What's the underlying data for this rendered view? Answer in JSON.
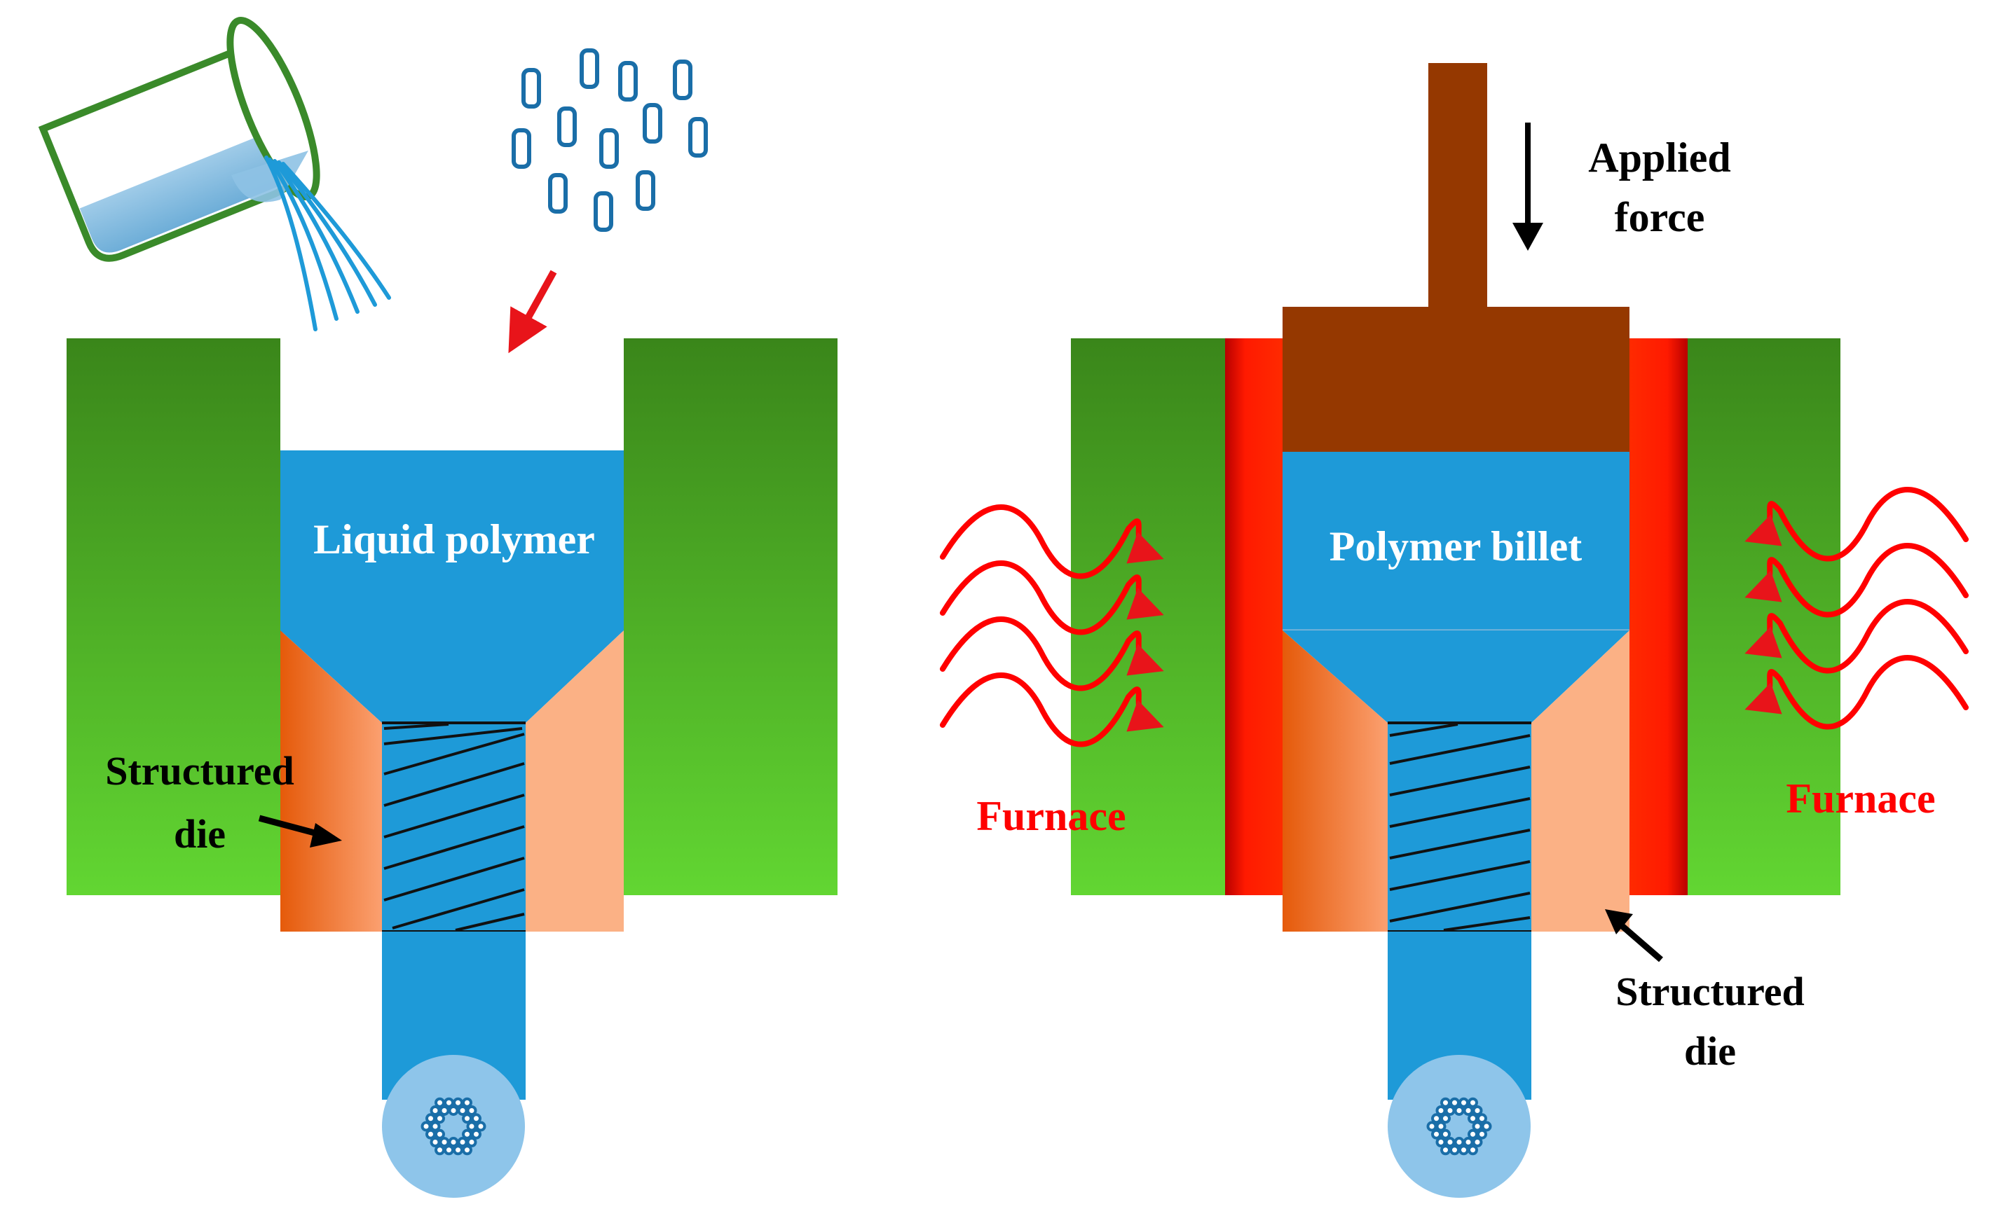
{
  "left_panel": {
    "liquid_label": "Liquid polymer",
    "die_label_line1": "Structured",
    "die_label_line2": "die"
  },
  "right_panel": {
    "billet_label": "Polymer billet",
    "force_label_line1": "Applied",
    "force_label_line2": "force",
    "furnace_left_label": "Furnace",
    "furnace_right_label": "Furnace",
    "die_label_line1": "Structured",
    "die_label_line2": "die"
  },
  "colors": {
    "green_dark": "#3a861a",
    "green_light": "#62d632",
    "polymer_blue": "#1e9ad8",
    "die_orange": "#e8620f",
    "die_peach": "#fbb185",
    "heater_red": "#ff1a00",
    "ram_brown": "#953800",
    "arrow_red": "#e8141a",
    "fiber_blue": "#1a6ea8",
    "beaker_green": "#3a8a2a",
    "text_black": "#000000",
    "text_white": "#ffffff",
    "text_red": "#ff0000"
  },
  "icons": [
    "beaker-icon",
    "pellets-icon",
    "feed-arrow-icon",
    "force-arrow-icon",
    "heat-wave-icon",
    "fiber-cross-section-icon"
  ]
}
